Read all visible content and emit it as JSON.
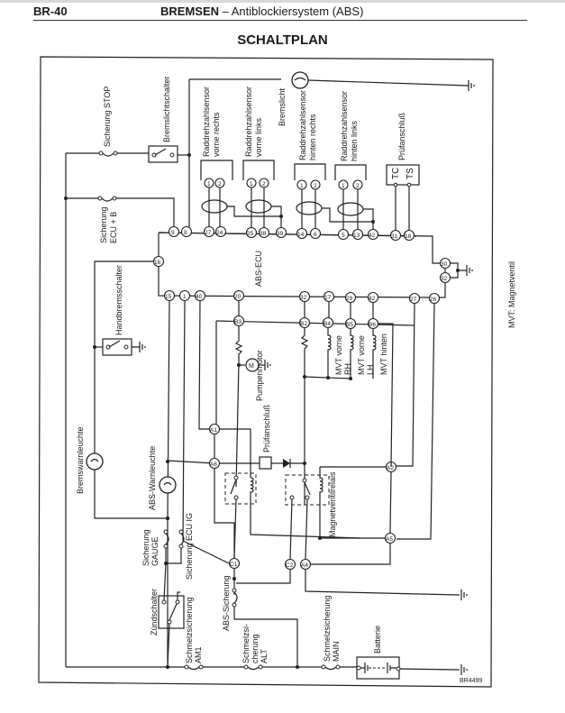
{
  "header": {
    "page_number": "BR-40",
    "section_bold": "BREMSEN",
    "section_rest": " – Antiblockiersystem (ABS)"
  },
  "page_title": "SCHALTPLAN",
  "diagram": {
    "ecu_label": "ABS-ECU",
    "components": {
      "fuse_stop": "Sicherung STOP",
      "brake_light_switch": "Bremslichtschalter",
      "fuse_ecu_b_1": "Sicherung",
      "fuse_ecu_b_2": "ECU  + B",
      "sensor_fr_1": "Raddrehzahlsensor",
      "sensor_fr_2": "vorne rechts",
      "sensor_fl_1": "Raddrehzahlsensor",
      "sensor_fl_2": "vorne links",
      "brake_light": "Bremslicht",
      "sensor_rr_1": "Raddrehzahlsensor",
      "sensor_rr_2": "hinten rechts",
      "sensor_rl_1": "Raddrehzahlsensor",
      "sensor_rl_2": "hinten links",
      "check_connector_top": "Prüfanschluß",
      "tc": "TC",
      "ts": "TS",
      "handbrake_switch": "Handbremsschalter",
      "brake_warning_lamp": "Bremswarnleuchte",
      "abs_warning_lamp": "ABS-Warnleuchte",
      "pump_motor": "Pumpenmotor",
      "motor_symbol": "M",
      "mvt_fr_1": "MVT vorne",
      "mvt_fr_2": "RH",
      "mvt_fl_1": "MVT vorne",
      "mvt_fl_2": "LH",
      "mvt_rear": "MVT hinten",
      "check_connector_mid": "Prüfanschluß",
      "solenoid_relay": "Magnetventilrelais",
      "fuse_gauge_1": "Sicherung",
      "fuse_gauge_2": "GAUGE",
      "fuse_ecu_ig": "Sicherung ECU IG",
      "ignition_switch": "Zündschalter",
      "abs_fuse": "ABS-Sicherung",
      "fusible_am1_1": "Schmelzsicherung",
      "fusible_am1_2": "AM1",
      "fusible_alt_1": "Schmelzsi-",
      "fusible_alt_2": "cherung",
      "fusible_alt_3": "ALT",
      "fusible_main_1": "Schmelzsicherung",
      "fusible_main_2": "MAIN",
      "battery": "Batterie"
    },
    "legend": "MVT:   Magnetventil",
    "figure_code": "BR4499",
    "pins_top": [
      "9",
      "8",
      "27",
      "24",
      "25",
      "38",
      "39",
      "14",
      "6",
      "5",
      "13",
      "42",
      "31",
      "18"
    ],
    "pins_left": [
      "16"
    ],
    "pins_right": [
      "30",
      "32"
    ],
    "pins_bottom": [
      "15",
      "1",
      "40",
      "20",
      "32",
      "17",
      "29",
      "42",
      "27",
      "26"
    ],
    "relay_pins": [
      "B3",
      "B2",
      "B4",
      "B5",
      "B6",
      "A1",
      "A6",
      "A2",
      "A5",
      "C1",
      "C2",
      "A4"
    ],
    "sensor_pins": [
      "1",
      "2"
    ]
  }
}
